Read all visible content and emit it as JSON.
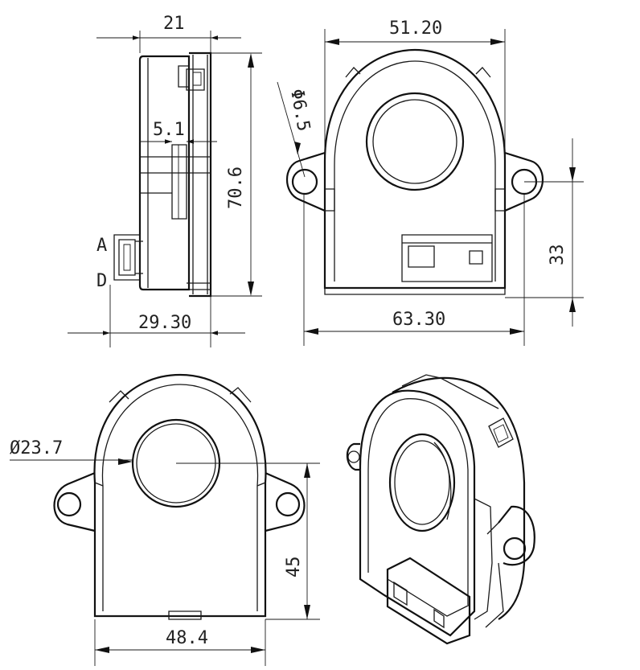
{
  "views": {
    "side": {
      "dim_width": "21",
      "dim_inner": "5.1",
      "dim_height": "70.6",
      "dim_overall": "29.30",
      "pin_labels": [
        "A",
        "D"
      ]
    },
    "front": {
      "dim_width": "51.20",
      "dim_hole": "Φ6.5",
      "dim_mount_height": "33",
      "dim_overall": "63.30"
    },
    "back": {
      "dim_bore": "Ø23.7",
      "dim_height": "45",
      "dim_width": "48.4"
    }
  },
  "colors": {
    "line": "#1a1a1a",
    "background": "#ffffff"
  }
}
